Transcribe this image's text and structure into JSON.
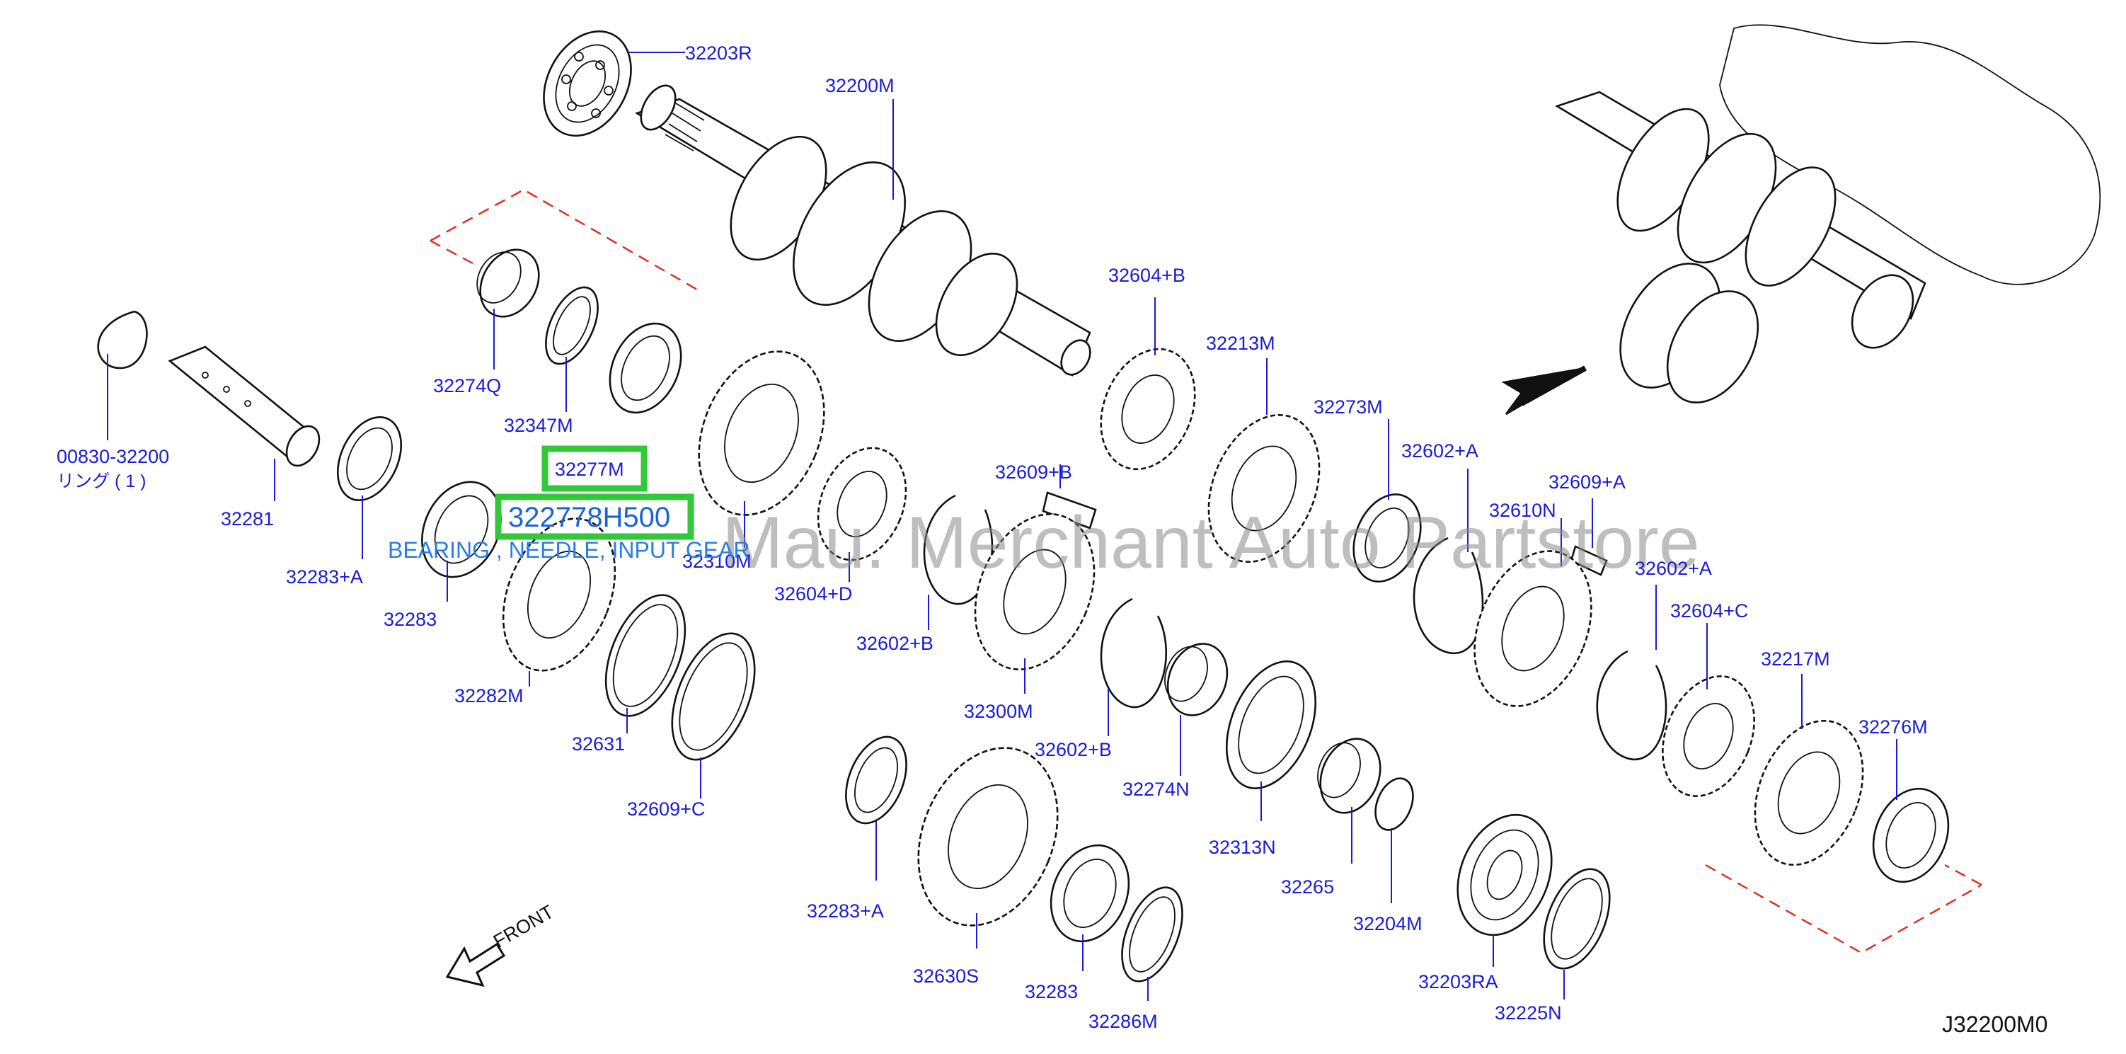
{
  "diagram": {
    "figure_id": "J32200M0",
    "front_label": "FRONT",
    "watermark": "Mau. Merchant Auto Partstore",
    "highlight": {
      "code": "322778H500",
      "description": "BEARING , NEEDLE, INPUT GEAR",
      "boxed_label": "32277M"
    },
    "labels": {
      "p32203R": "32203R",
      "p32200M": "32200M",
      "p32604B": "32604+B",
      "p32213M": "32213M",
      "p32273M": "32273M",
      "p32602A_1": "32602+A",
      "p32609A": "32609+A",
      "p32610N": "32610N",
      "p32602A_2": "32602+A",
      "p32604C": "32604+C",
      "p32217M": "32217M",
      "p32276M": "32276M",
      "p32274Q": "32274Q",
      "p32347M": "32347M",
      "p00830": "00830-32200",
      "ring_jp": "リング ( 1 )",
      "p32281": "32281",
      "p32283A_1": "32283+A",
      "p32283_1": "32283",
      "p32310M": "32310M",
      "p32604D": "32604+D",
      "p32609B": "32609+B",
      "p32602B_1": "32602+B",
      "p32300M": "32300M",
      "p32282M": "32282M",
      "p32631": "32631",
      "p32609C": "32609+C",
      "p32602B_2": "32602+B",
      "p32274N": "32274N",
      "p32313N": "32313N",
      "p32265": "32265",
      "p32204M": "32204M",
      "p32283A_2": "32283+A",
      "p32630S": "32630S",
      "p32283_2": "32283",
      "p32286M": "32286M",
      "p32203RA": "32203RA",
      "p32225N": "32225N"
    }
  }
}
